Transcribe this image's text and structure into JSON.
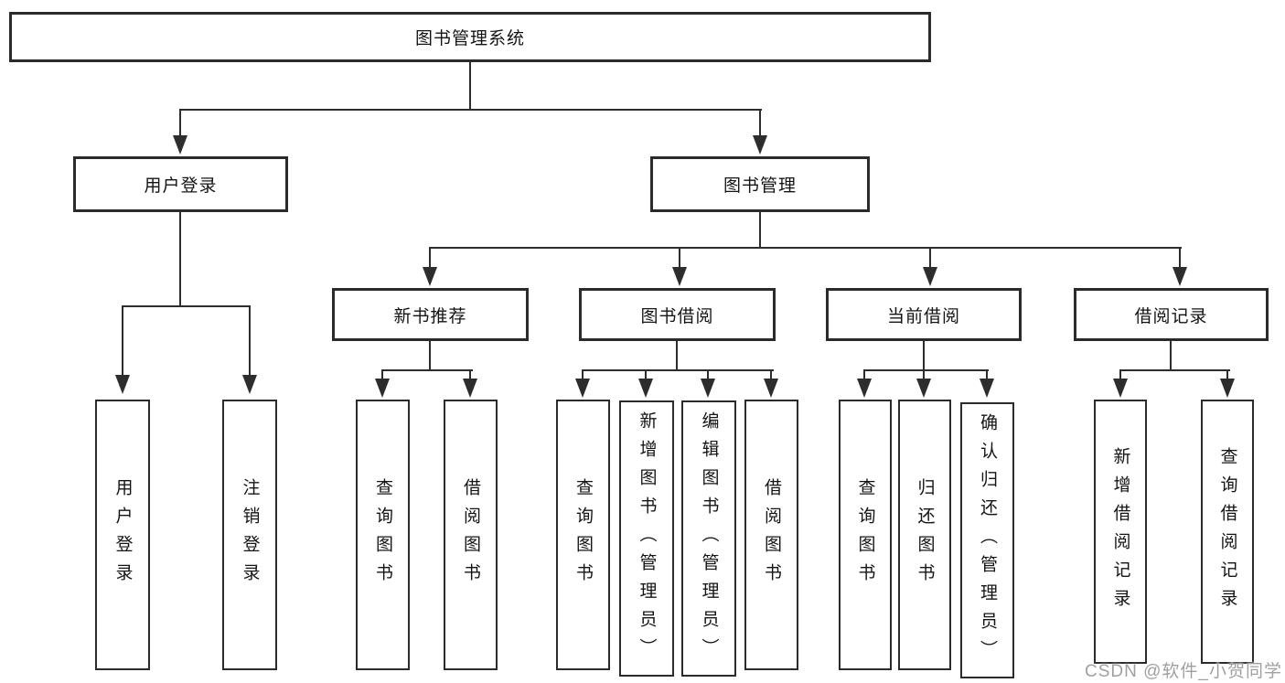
{
  "tree": {
    "root": "图书管理系统",
    "branches": [
      {
        "label": "用户登录",
        "children": [
          {
            "label": "用户登录"
          },
          {
            "label": "注销登录"
          }
        ]
      },
      {
        "label": "图书管理",
        "children": [
          {
            "label": "新书推荐",
            "children": [
              {
                "label": "查询图书"
              },
              {
                "label": "借阅图书"
              }
            ]
          },
          {
            "label": "图书借阅",
            "children": [
              {
                "label": "查询图书"
              },
              {
                "label": "新增图书（管理员）"
              },
              {
                "label": "编辑图书（管理员）"
              },
              {
                "label": "借阅图书"
              }
            ]
          },
          {
            "label": "当前借阅",
            "children": [
              {
                "label": "查询图书"
              },
              {
                "label": "归还图书"
              },
              {
                "label": "确认归还（管理员）"
              }
            ]
          },
          {
            "label": "借阅记录",
            "children": [
              {
                "label": "新增借阅记录"
              },
              {
                "label": "查询借阅记录"
              }
            ]
          }
        ]
      }
    ]
  },
  "watermark": {
    "text": "CSDN @软件_小贺同学"
  },
  "colors": {
    "line": "#2d2d2d",
    "box_border": "#2b2b2b",
    "text": "#141414",
    "background": "#ffffff",
    "watermark_text": "#a0a0a0"
  }
}
